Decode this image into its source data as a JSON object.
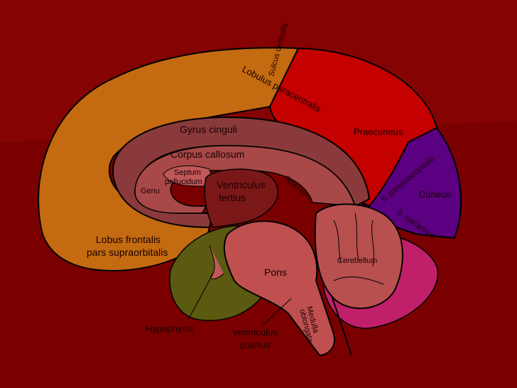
{
  "colors": {
    "background": "#7a0000",
    "frontal": "#c46a10",
    "parietal": "#c40000",
    "cuneus": "#5a0080",
    "cingulate": "#8a3a3a",
    "corpus_callosum": "#a84848",
    "ventricle": "#7a1818",
    "brainstem": "#c05050",
    "cerebellum": "#b85050",
    "temporal": "#5a5a10",
    "occipital_lower": "#c0206a"
  },
  "labels": {
    "sulcus_centralis": "Sulcus centralis",
    "lobulus_paracentralis": "Lobulus paracentralis",
    "praecuneus": "Praecuneus",
    "gyrus_cinguli": "Gyrus cinguli",
    "corpus_callosum": "Corpus callosum",
    "septum": "Septum",
    "pellucidum": "pellucidum",
    "genu": "Genu",
    "ventriculus": "Ventriculus",
    "tertius": "tertius",
    "splenium": "Splenium",
    "s_parietooccipitalis": "S. parietooccipitalis",
    "cuneus": "Cuneus",
    "s_calcarinus": "S. calcarinus",
    "lobus_frontalis": "Lobus frontalis",
    "pars_supraorbitalis": "pars supraorbitalis",
    "cerebellum": "Cerebellum",
    "pons": "Pons",
    "medulla": "Medulla",
    "oblongata": "oblongata",
    "hypophysis": "Hypophysis",
    "ventriculus_q": "Ventriculus",
    "quartus": "quartus"
  }
}
